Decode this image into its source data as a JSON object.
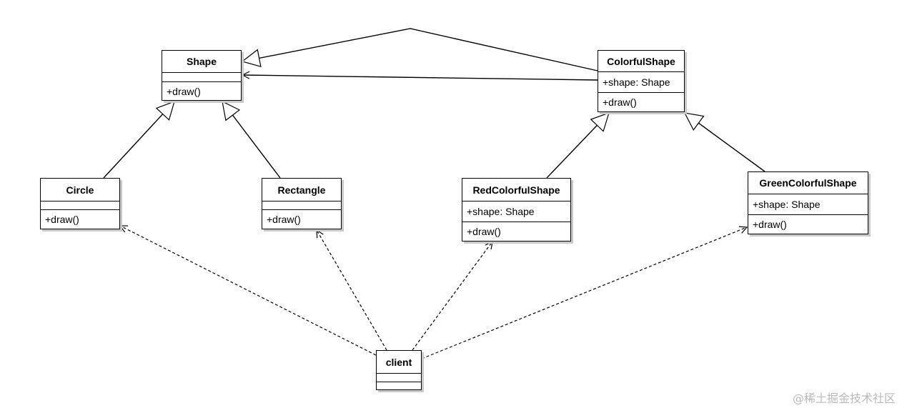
{
  "classes": {
    "shape": {
      "name": "Shape",
      "attributes": [],
      "methods": [
        "+draw()"
      ]
    },
    "colorful_shape": {
      "name": "ColorfulShape",
      "attributes": [
        "+shape: Shape"
      ],
      "methods": [
        "+draw()"
      ]
    },
    "circle": {
      "name": "Circle",
      "attributes": [],
      "methods": [
        "+draw()"
      ]
    },
    "rectangle": {
      "name": "Rectangle",
      "attributes": [],
      "methods": [
        "+draw()"
      ]
    },
    "red_colorful_shape": {
      "name": "RedColorfulShape",
      "attributes": [
        "+shape: Shape"
      ],
      "methods": [
        "+draw()"
      ]
    },
    "green_colorful_shape": {
      "name": "GreenColorfulShape",
      "attributes": [
        "+shape: Shape"
      ],
      "methods": [
        "+draw()"
      ]
    },
    "client": {
      "name": "client",
      "attributes": [],
      "methods": []
    }
  },
  "relations": [
    {
      "type": "generalization",
      "from": "circle",
      "to": "shape"
    },
    {
      "type": "generalization",
      "from": "rectangle",
      "to": "shape"
    },
    {
      "type": "generalization",
      "from": "colorful_shape",
      "to": "shape"
    },
    {
      "type": "association",
      "from": "colorful_shape",
      "to": "shape"
    },
    {
      "type": "generalization",
      "from": "red_colorful_shape",
      "to": "colorful_shape"
    },
    {
      "type": "generalization",
      "from": "green_colorful_shape",
      "to": "colorful_shape"
    },
    {
      "type": "dependency",
      "from": "client",
      "to": "circle"
    },
    {
      "type": "dependency",
      "from": "client",
      "to": "rectangle"
    },
    {
      "type": "dependency",
      "from": "client",
      "to": "red_colorful_shape"
    },
    {
      "type": "dependency",
      "from": "client",
      "to": "green_colorful_shape"
    }
  ],
  "watermark": "@稀土掘金技术社区"
}
